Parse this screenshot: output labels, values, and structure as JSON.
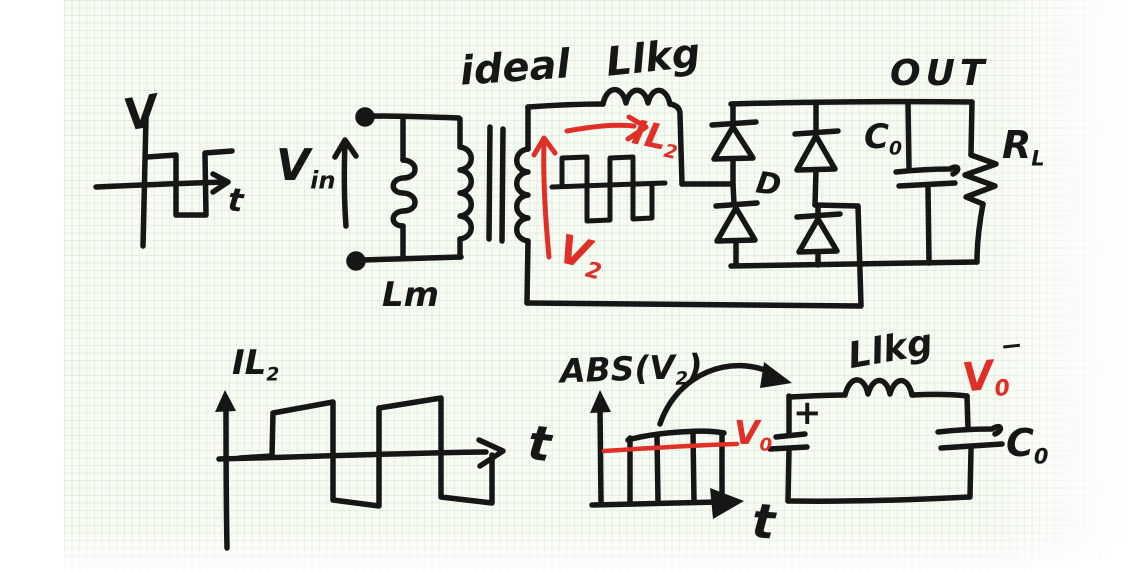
{
  "colors": {
    "ink": "#161616",
    "red": "#df2f26",
    "paper": "#f8fbf4",
    "grid": "#cfe3cb"
  },
  "input_sketch": {
    "y_axis_label": "V",
    "x_axis_label": "t"
  },
  "circuit": {
    "vin_main": "V",
    "vin_sub": "in",
    "lm": "Lm",
    "ideal": "ideal",
    "llkg": "Llkg",
    "il2_main": "IL",
    "il2_sub": "2",
    "v2_main": "V",
    "v2_sub": "2",
    "d": "D",
    "out": "OUT",
    "co_main": "C",
    "co_sub": "0",
    "rl_main": "R",
    "rl_sub": "L"
  },
  "il2_plot": {
    "y_main": "IL",
    "y_sub": "2",
    "x_axis_label": "t"
  },
  "abs_plot": {
    "y_pre": "ABS(V",
    "y_sub": "2",
    "y_post": ")",
    "x_axis_label": "t",
    "avg_main": "V",
    "avg_sub": "0"
  },
  "avg_circuit": {
    "llkg": "Llkg",
    "plus": "+",
    "vo_main": "V",
    "vo_sub": "0",
    "vo_bar": "‾",
    "co_main": "C",
    "co_sub": "0"
  }
}
